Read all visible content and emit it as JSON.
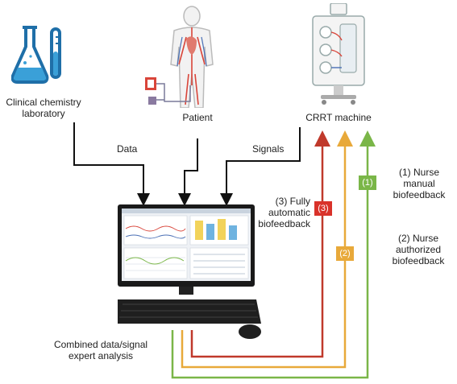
{
  "labels": {
    "lab": "Clinical chemistry laboratory",
    "patient": "Patient",
    "crrt": "CRRT machine",
    "data": "Data",
    "signals": "Signals",
    "combined": "Combined data/signal expert analysis",
    "fully_auto": "(3) Fully automatic biofeedback",
    "nurse_manual": "(1) Nurse manual biofeedback",
    "nurse_auth": "(2) Nurse authorized biofeedback"
  },
  "badges": {
    "green": "(1)",
    "orange": "(2)",
    "red": "(3)"
  },
  "colors": {
    "green": "#7ab648",
    "orange": "#e8a93a",
    "red": "#c0392b",
    "flask": "#1f6fa8",
    "flask_liquid": "#3aa0d8",
    "body_red": "#d9453a"
  }
}
